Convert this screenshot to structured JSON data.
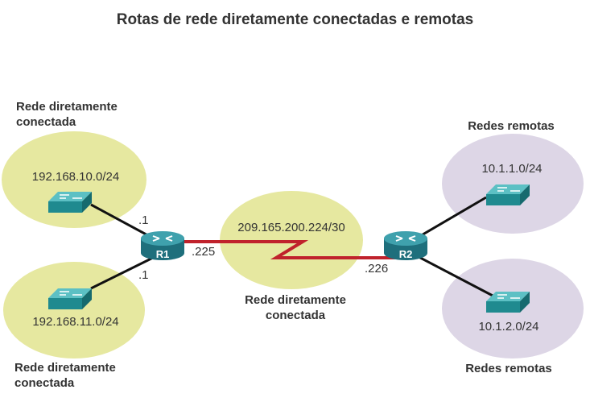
{
  "title": "Rotas de rede diretamente conectadas e remotas",
  "colors": {
    "direct_network": "#e6e8a0",
    "remote_network": "#ddd6e6",
    "serial_link": "#c0222c",
    "router": "#1e6f7c",
    "switch": "#2a9a9a"
  },
  "networks": {
    "top_left": {
      "label_line1": "Rede diretamente",
      "label_line2": "conectada",
      "address": "192.168.10.0/24"
    },
    "bottom_left": {
      "label_line1": "Rede diretamente",
      "label_line2": "conectada",
      "address": "192.168.11.0/24"
    },
    "middle": {
      "label_line1": "Rede diretamente",
      "label_line2": "conectada",
      "address": "209.165.200.224/30"
    },
    "top_right": {
      "label": "Redes remotas",
      "address": "10.1.1.0/24"
    },
    "bottom_right": {
      "label": "Redes remotas",
      "address": "10.1.2.0/24"
    }
  },
  "routers": {
    "r1": {
      "name": "R1"
    },
    "r2": {
      "name": "R2"
    }
  },
  "interfaces": {
    "r1_top": ".1",
    "r1_bottom": ".1",
    "r1_serial": ".225",
    "r2_serial": ".226"
  }
}
